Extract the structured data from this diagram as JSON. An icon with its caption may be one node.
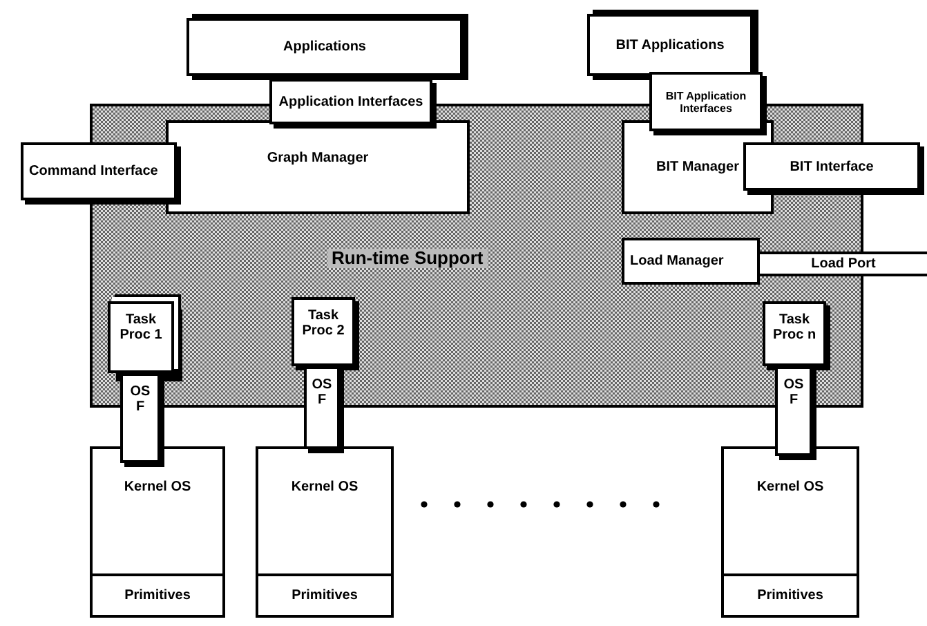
{
  "diagram": {
    "nodes": [
      {
        "text": [
          "Applications"
        ]
      },
      {
        "text": [
          "Application Interfaces"
        ]
      },
      {
        "text": [
          "BIT Applications"
        ]
      },
      {
        "text": [
          "BIT Application Interfaces"
        ]
      },
      {
        "text": [
          "Run-time Support"
        ]
      },
      {
        "text": [
          "Command Interface"
        ]
      },
      {
        "text": [
          "Graph Manager"
        ],
        "in": 4
      },
      {
        "text": [
          "BIT Manager"
        ],
        "in": 4
      },
      {
        "text": [
          "BIT Interface"
        ]
      },
      {
        "text": [
          "Load Manager"
        ],
        "in": 4
      },
      {
        "text": [
          "Load Port"
        ]
      },
      {
        "text": [
          "Task Proc 1"
        ],
        "in": 4
      },
      {
        "text": [
          "OS F"
        ]
      },
      {
        "text": [
          "Task Proc 2"
        ],
        "in": 4
      },
      {
        "text": [
          "OS F"
        ]
      },
      {
        "text": [
          "Task Proc n"
        ],
        "in": 4
      },
      {
        "text": [
          "OS F"
        ]
      },
      {
        "text": [
          "Kernel OS"
        ]
      },
      {
        "text": [
          "Primitives"
        ],
        "in": 17
      },
      {
        "text": [
          "Kernel OS"
        ]
      },
      {
        "text": [
          "Primitives"
        ],
        "in": 19
      },
      {
        "text": [
          "Kernel OS"
        ]
      },
      {
        "text": [
          "Primitives"
        ],
        "in": 21
      }
    ]
  }
}
